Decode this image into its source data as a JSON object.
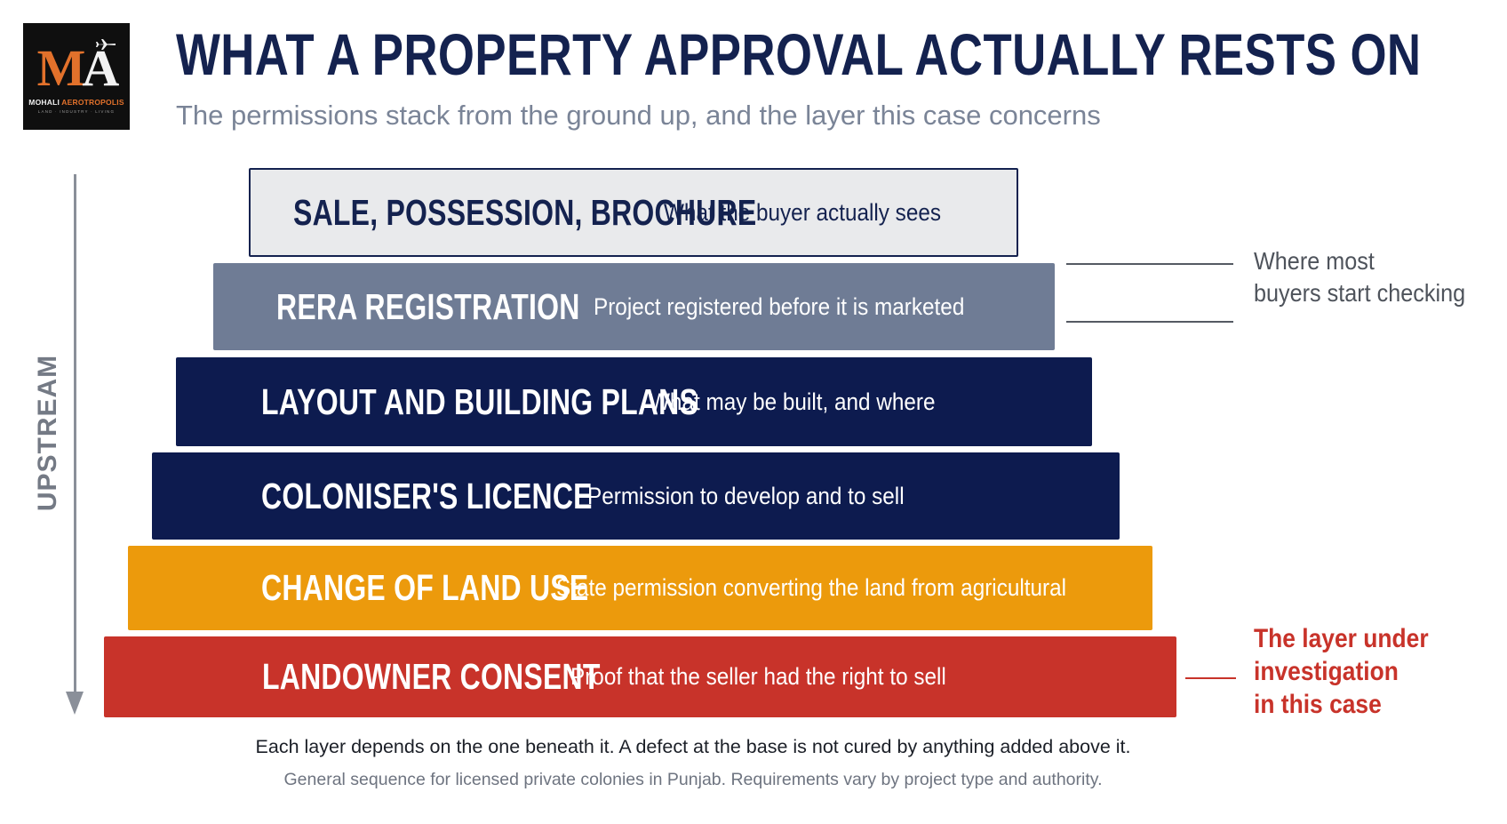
{
  "logo": {
    "mark_left": "M",
    "mark_right": "A",
    "name_first": "MOHALI",
    "name_second": "AEROTROPOLIS",
    "tagline": "LAND · INDUSTRY · LIVING",
    "colors": {
      "accent": "#e2712b",
      "background": "#0f0f0f"
    }
  },
  "header": {
    "title": "WHAT A PROPERTY APPROVAL ACTUALLY RESTS ON",
    "subtitle": "The permissions stack from the ground up, and the layer this case concerns"
  },
  "axis": {
    "label": "UPSTREAM",
    "direction": "down-arrow-icon"
  },
  "layers": [
    {
      "title": "SALE, POSSESSION, BROCHURE",
      "description": "What the buyer actually sees",
      "fill": "#e9eaec",
      "text_color": "#14224f",
      "border": "#14224f"
    },
    {
      "title": "RERA REGISTRATION",
      "description": "Project registered before it is marketed",
      "fill": "#6f7c95",
      "text_color": "#ffffff",
      "border": ""
    },
    {
      "title": "LAYOUT AND BUILDING PLANS",
      "description": "What may be built, and where",
      "fill": "#0d1b4f",
      "text_color": "#ffffff",
      "border": ""
    },
    {
      "title": "COLONISER'S LICENCE",
      "description": "Permission to develop and to sell",
      "fill": "#0d1b4f",
      "text_color": "#ffffff",
      "border": ""
    },
    {
      "title": "CHANGE OF LAND USE",
      "description": "State permission converting the land from agricultural",
      "fill": "#ec9a0c",
      "text_color": "#ffffff",
      "border": ""
    },
    {
      "title": "LANDOWNER CONSENT",
      "description": "Proof that the seller had the right to sell",
      "fill": "#c8332a",
      "text_color": "#ffffff",
      "border": ""
    }
  ],
  "callouts": {
    "buyers_line1": "Where most",
    "buyers_line2": "buyers start checking",
    "investigation_line1": "The layer under",
    "investigation_line2": "investigation",
    "investigation_line3": "in this case",
    "investigation_color": "#c8332a"
  },
  "footer": {
    "main": "Each layer depends on the one beneath it. A defect at the base is not cured by anything added above it.",
    "note": "General sequence for licensed private colonies in Punjab. Requirements vary by project type and authority."
  }
}
